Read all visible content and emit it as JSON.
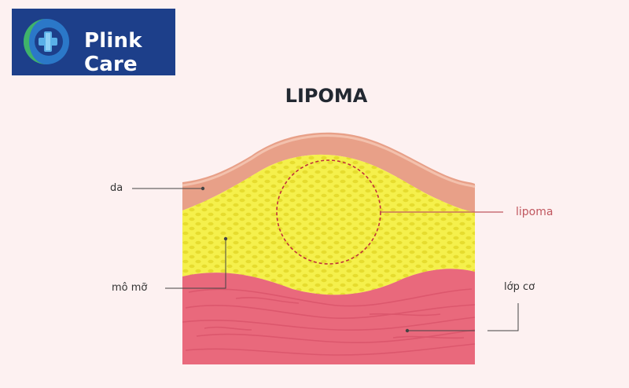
{
  "brand": {
    "name": "Plink Care",
    "colors": {
      "background": "#1d3f8a",
      "mark_green": "#3fb36a",
      "mark_blue": "#2b78c8"
    }
  },
  "diagram": {
    "title": "LIPOMA",
    "labels": {
      "skin": "da",
      "fat": "mô mỡ",
      "lipoma": "lipoma",
      "muscle": "lớp cơ"
    },
    "colors": {
      "skin": "#e8a088",
      "fat": "#f5f04c",
      "fat_dots": "#e6dc2e",
      "muscle": "#e9697c",
      "lipoma_outline": "#c0303a",
      "leader_line": "#444444",
      "lipoma_line": "#c0575f"
    }
  }
}
